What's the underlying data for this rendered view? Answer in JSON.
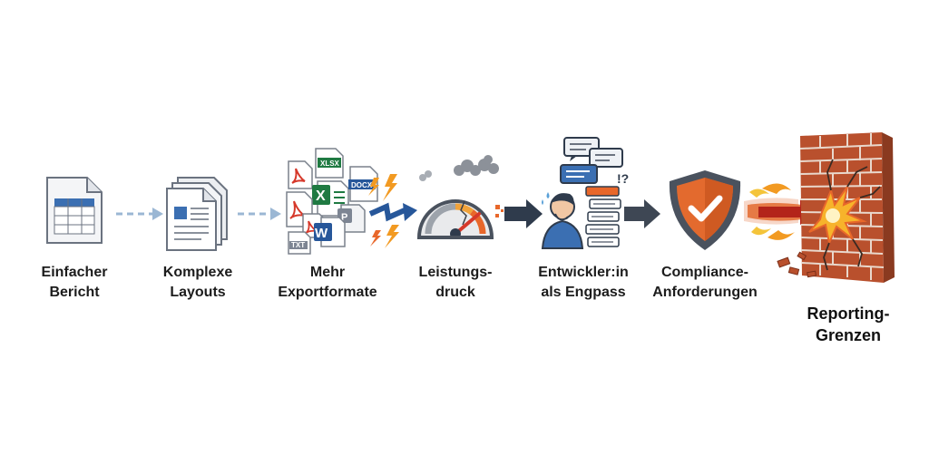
{
  "steps": [
    {
      "id": "einfacher-bericht",
      "line1": "Einfacher",
      "line2": "Bericht"
    },
    {
      "id": "komplexe-layouts",
      "line1": "Komplexe",
      "line2": "Layouts"
    },
    {
      "id": "mehr-exportformate",
      "line1": "Mehr",
      "line2": "Exportformate"
    },
    {
      "id": "leistungsdruck",
      "line1": "Leistungs-",
      "line2": "druck"
    },
    {
      "id": "entwickler-engpass",
      "line1": "Entwickler:in",
      "line2": "als Engpass"
    },
    {
      "id": "compliance",
      "line1": "Compliance-",
      "line2": "Anforderungen"
    },
    {
      "id": "reporting-grenzen",
      "line1": "Reporting-",
      "line2": "Grenzen"
    }
  ],
  "formats": {
    "xlsx": "XLSX",
    "docx": "DOCX",
    "excel": "X",
    "word": "W",
    "powerpoint": "P",
    "text": "TXT"
  },
  "chat_marks": "!?",
  "colors": {
    "arrow_dashed": "#9bb7d4",
    "arrow_dark": "#2f3b4c",
    "arrow_blue": "#27579a",
    "orange": "#e8672a",
    "lightning": "#f29a22",
    "shield": "#e36a2e",
    "brick": "#b9502d",
    "text": "#1c1c1c"
  },
  "icons": [
    "table-document-icon",
    "stacked-documents-icon",
    "file-formats-icon",
    "gauge-icon",
    "stressed-developer-icon",
    "shield-check-icon",
    "brick-wall-icon"
  ]
}
